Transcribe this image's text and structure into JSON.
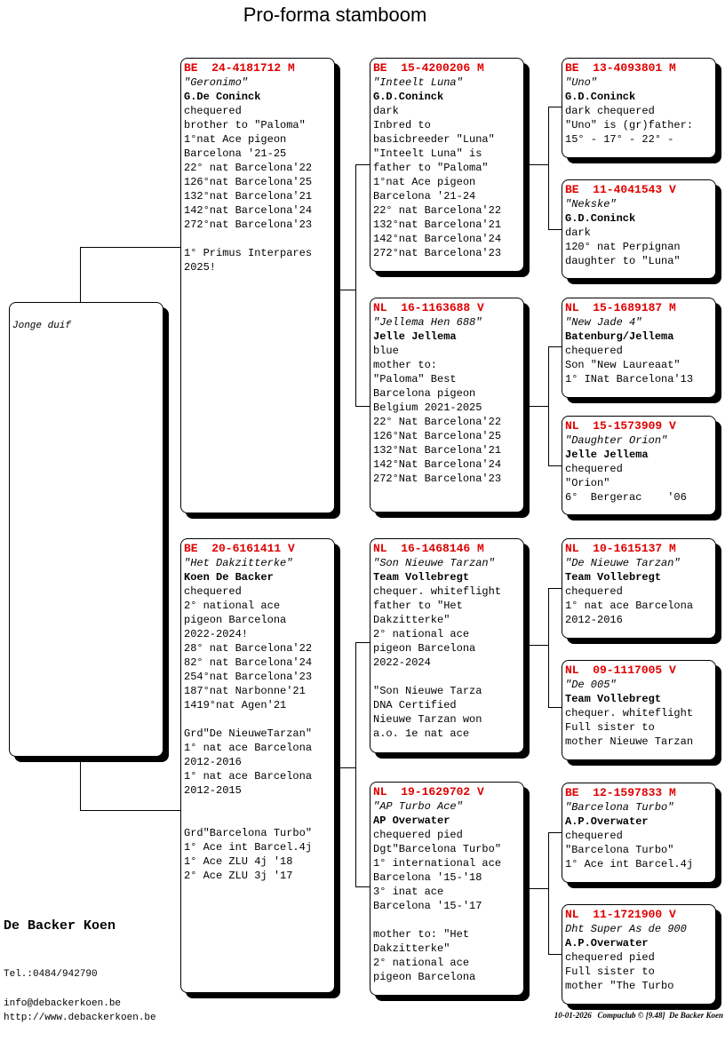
{
  "title": "Pro-forma stamboom",
  "subject": {
    "label": "Jonge duif"
  },
  "boxes": {
    "sire": [
      "BE  24-4181712 M",
      "\"Geronimo\"",
      "G.De Coninck",
      "chequered",
      "brother to \"Paloma\"",
      "1°nat Ace pigeon",
      "Barcelona '21-25",
      "22° nat Barcelona'22",
      "126°nat Barcelona'25",
      "132°nat Barcelona'21",
      "142°nat Barcelona'24",
      "272°nat Barcelona'23",
      "",
      "1° Primus Interpares",
      "2025!"
    ],
    "dam": [
      "BE  20-6161411 V",
      "\"Het Dakzitterke\"",
      "Koen De Backer",
      "chequered",
      "2° national ace",
      "pigeon Barcelona",
      "2022-2024!",
      "28° nat Barcelona'22",
      "82° nat Barcelona'24",
      "254°nat Barcelona'23",
      "187°nat Narbonne'21",
      "1419°nat Agen'21",
      "",
      "Grd\"De NieuweTarzan\"",
      "1° nat ace Barcelona",
      "2012-2016",
      "1° nat ace Barcelona",
      "2012-2015",
      "",
      "",
      "Grd\"Barcelona Turbo\"",
      "1° Ace int Barcel.4j",
      "1° Ace ZLU 4j '18",
      "2° Ace ZLU 3j '17"
    ],
    "ss": [
      "BE  15-4200206 M",
      "\"Inteelt Luna\"",
      "G.D.Coninck",
      "dark",
      "Inbred to",
      "basicbreeder \"Luna\"",
      "\"Inteelt Luna\" is",
      "father to \"Paloma\"",
      "1°nat Ace pigeon",
      "Barcelona '21-24",
      "22° nat Barcelona'22",
      "132°nat Barcelona'21",
      "142°nat Barcelona'24",
      "272°nat Barcelona'23"
    ],
    "sd": [
      "NL  16-1163688 V",
      "\"Jellema Hen 688\"",
      "Jelle Jellema",
      "blue",
      "mother to:",
      "\"Paloma\" Best",
      "Barcelona pigeon",
      "Belgium 2021-2025",
      "22° Nat Barcelona'22",
      "126°Nat Barcelona'25",
      "132°Nat Barcelona'21",
      "142°Nat Barcelona'24",
      "272°Nat Barcelona'23"
    ],
    "ds": [
      "NL  16-1468146 M",
      "\"Son Nieuwe Tarzan\"",
      "Team Vollebregt",
      "chequer. whiteflight",
      "father to \"Het",
      "Dakzitterke\"",
      "2° national ace",
      "pigeon Barcelona",
      "2022-2024",
      "",
      "\"Son Nieuwe Tarza",
      "DNA Certified",
      "Nieuwe Tarzan won",
      "a.o. 1e nat ace"
    ],
    "dd": [
      "NL  19-1629702 V",
      "\"AP Turbo Ace\"",
      "AP Overwater",
      "chequered pied",
      "Dgt\"Barcelona Turbo\"",
      "1° international ace",
      "Barcelona '15-'18",
      "3° inat ace",
      "Barcelona '15-'17",
      "",
      "mother to: \"Het",
      "Dakzitterke\"",
      "2° national ace",
      "pigeon Barcelona"
    ],
    "sss": [
      "BE  13-4093801 M",
      "\"Uno\"",
      "G.D.Coninck",
      "dark chequered",
      "\"Uno\" is (gr)father:",
      "15° - 17° - 22° -"
    ],
    "ssd": [
      "BE  11-4041543 V",
      "\"Nekske\"",
      "G.D.Coninck",
      "dark",
      "120° nat Perpignan",
      "daughter to \"Luna\""
    ],
    "sds": [
      "NL  15-1689187 M",
      "\"New Jade 4\"",
      "Batenburg/Jellema",
      "chequered",
      "Son \"New Laureaat\"",
      "1° INat Barcelona'13"
    ],
    "sdd": [
      "NL  15-1573909 V",
      "\"Daughter Orion\"",
      "Jelle Jellema",
      "chequered",
      "\"Orion\"",
      "6°  Bergerac    '06"
    ],
    "dss": [
      "NL  10-1615137 M",
      "\"De Nieuwe Tarzan\"",
      "Team Vollebregt",
      "chequered",
      "1° nat ace Barcelona",
      "2012-2016"
    ],
    "dsd": [
      "NL  09-1117005 V",
      "\"De 005\"",
      "Team Vollebregt",
      "chequer. whiteflight",
      "Full sister to",
      "mother Nieuwe Tarzan"
    ],
    "dds": [
      "BE  12-1597833 M",
      "\"Barcelona Turbo\"",
      "A.P.Overwater",
      "chequered",
      "\"Barcelona Turbo\"",
      "1° Ace int Barcel.4j"
    ],
    "ddd": [
      "NL  11-1721900 V",
      "Dht Super As de 900",
      "A.P.Overwater",
      "chequered pied",
      "Full sister to",
      "mother \"The Turbo"
    ]
  },
  "owner": {
    "name": "De Backer Koen",
    "tel": "Tel.:0484/942790",
    "email": "info@debackerkoen.be",
    "web": "http://www.debackerkoen.be"
  },
  "footer": "10-01-2026   Compuclub © [9.48]  De Backer Koen",
  "colors": {
    "ring": "#e00000"
  }
}
